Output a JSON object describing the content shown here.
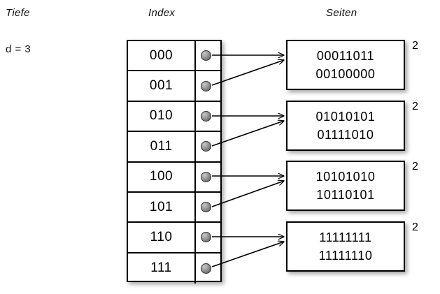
{
  "headers": {
    "depth": "Tiefe",
    "index": "Index",
    "pages": "Seiten"
  },
  "depth": {
    "label": "d = 3"
  },
  "index_table": {
    "rows": [
      {
        "key": "000",
        "pointer": "pointer-dot"
      },
      {
        "key": "001",
        "pointer": "pointer-dot"
      },
      {
        "key": "010",
        "pointer": "pointer-dot"
      },
      {
        "key": "011",
        "pointer": "pointer-dot"
      },
      {
        "key": "100",
        "pointer": "pointer-dot"
      },
      {
        "key": "101",
        "pointer": "pointer-dot"
      },
      {
        "key": "110",
        "pointer": "pointer-dot"
      },
      {
        "key": "111",
        "pointer": "pointer-dot"
      }
    ]
  },
  "pages": [
    {
      "line1": "00011011",
      "line2": "00100000",
      "local_depth": "2"
    },
    {
      "line1": "01010101",
      "line2": "01111010",
      "local_depth": "2"
    },
    {
      "line1": "10101010",
      "line2": "10110101",
      "local_depth": "2"
    },
    {
      "line1": "11111111",
      "line2": "11111110",
      "local_depth": "2"
    }
  ],
  "colors": {
    "background": "#ffffff",
    "stroke": "#000000",
    "dot_light": "#c9c9c9",
    "dot_dark": "#4a4a4a"
  }
}
